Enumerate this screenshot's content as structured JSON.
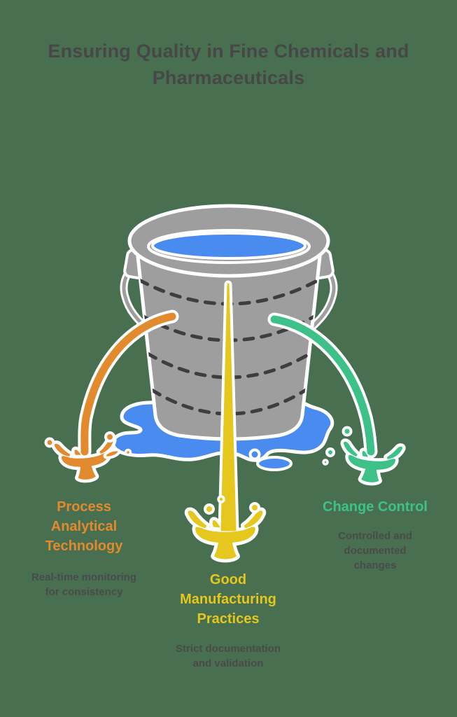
{
  "title": {
    "text": "Ensuring Quality in Fine Chemicals and\nPharmaceuticals",
    "color": "#474747"
  },
  "items": [
    {
      "id": "process-analytical-technology",
      "heading": "Process\nAnalytical\nTechnology",
      "description": "Real-time monitoring\nfor consistency",
      "color": "#e28a2e"
    },
    {
      "id": "good-manufacturing-practices",
      "heading": "Good\nManufacturing\nPractices",
      "description": "Strict documentation\nand validation",
      "color": "#e5c71d"
    },
    {
      "id": "change-control",
      "heading": "Change Control",
      "description": "Controlled and\ndocumented\nchanges",
      "color": "#3ec189"
    }
  ],
  "illustration": {
    "background": "#487050",
    "bucket": "#9e9e9e",
    "outline": "#ffffff",
    "water": "#4a8bf0",
    "dash": "#3e3e3e",
    "text_gray": "#4a4a4a"
  }
}
